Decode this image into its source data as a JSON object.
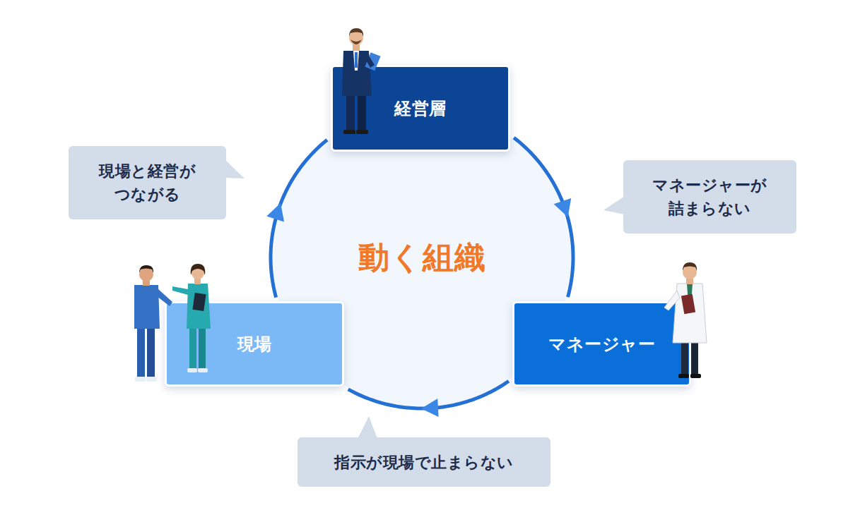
{
  "diagram": {
    "nodes": [
      {
        "text": [
          "経営層"
        ]
      },
      {
        "text": [
          "現場と経営が つながる"
        ]
      },
      {
        "text": [
          "マネージャーが 詰まらない"
        ]
      },
      {
        "text": [
          "動く組織"
        ]
      },
      {
        "text": [
          "現場"
        ]
      },
      {
        "text": [
          "マネージャー"
        ]
      },
      {
        "text": [
          "指示が現場で止まらない"
        ]
      }
    ],
    "edges": [
      {
        "from": 0,
        "to": 5,
        "arrow": "to"
      },
      {
        "from": 5,
        "to": 4,
        "arrow": "to"
      },
      {
        "from": 4,
        "to": 0,
        "arrow": "to"
      }
    ]
  }
}
